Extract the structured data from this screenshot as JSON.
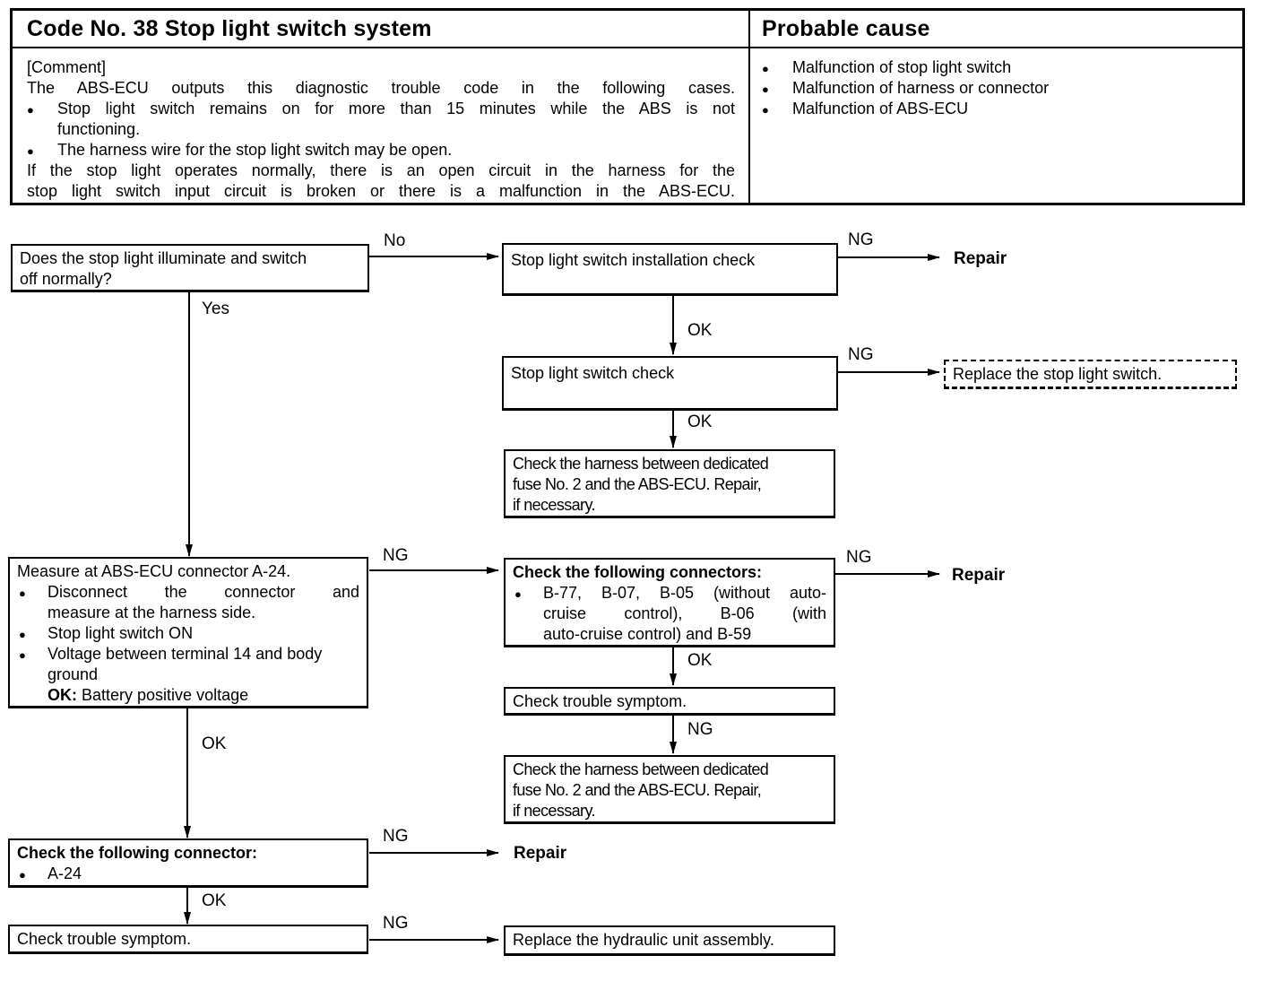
{
  "header": {
    "title": "Code No. 38 Stop light switch system",
    "cause_title": "Probable cause",
    "comment_label": "[Comment]",
    "comment_intro": "The ABS-ECU outputs this diagnostic trouble code in the following cases.",
    "comment_bullets": [
      [
        "Stop light switch remains on for more than 15 minutes while the ABS is not",
        "functioning."
      ],
      [
        "The harness wire for the stop light switch may be open."
      ]
    ],
    "comment_outro": [
      "If the stop light operates normally, there is an open circuit in the harness for the",
      "stop light switch input circuit is broken or there is a malfunction in the ABS-ECU."
    ],
    "causes": [
      "Malfunction of stop light switch",
      "Malfunction of harness or connector",
      "Malfunction of ABS-ECU"
    ]
  },
  "flow": {
    "q_stoplight": [
      "Does the stop light illuminate and switch",
      "off normally?"
    ],
    "install_check": "Stop light switch installation check",
    "switch_check": "Stop  light  switch  check",
    "harness_check_1": [
      "Check the harness between dedicated",
      "fuse No. 2 and the ABS-ECU. Repair,",
      "if  necessary."
    ],
    "measure": {
      "title": "Measure at ABS-ECU connector A-24.",
      "bullets": [
        [
          "Disconnect  the  connector  and",
          "measure at the harness side."
        ],
        [
          "Stop light switch ON"
        ],
        [
          "Voltage between terminal 14 and body",
          "ground"
        ]
      ],
      "ok_label": "OK:",
      "ok_value": "Battery positive voltage"
    },
    "connectors_multi": {
      "title": "Check the following connectors:",
      "lines": [
        "B-77, B-07, B-05 (without auto-",
        "cruise   control),   B-06   (with",
        "auto-cruise control) and B-59"
      ]
    },
    "trouble_symptom_1": "Check trouble symptom.",
    "harness_check_2": [
      "Check the harness between dedicated",
      "fuse No. 2 and the ABS-ECU. Repair,",
      "if  necessary."
    ],
    "connector_single": {
      "title": "Check the following connector:",
      "item": "A-24"
    },
    "trouble_symptom_2": "Check trouble symptom.",
    "replace_hydraulic": "Replace the hydraulic unit assembly.",
    "replace_switch": "Replace the stop light switch.",
    "end_repair_1": "Repair",
    "end_repair_2": "Repair",
    "end_repair_3": "Repair",
    "labels": {
      "no": "No",
      "yes": "Yes",
      "ng1": "NG",
      "ok1": "OK",
      "ng2": "NG",
      "ok2": "OK",
      "ng3": "NG",
      "ng4": "NG",
      "ok3": "OK",
      "ng5": "NG",
      "ok4": "OK",
      "ng6": "NG",
      "ok5": "OK",
      "ng7": "NG"
    }
  }
}
